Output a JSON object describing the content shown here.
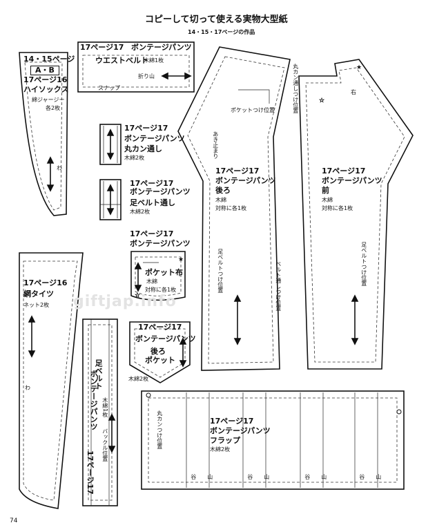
{
  "header": {
    "title": "コピーして切って使える実物大型紙",
    "subtitle": "14・15・17ページの作品"
  },
  "watermark": "giftjap.info",
  "page_number": "74",
  "pieces": {
    "socks": {
      "pages_line": "14・15ページ",
      "variant": "A・B",
      "page17": "17ページ16",
      "name": "ハイソックス",
      "material": "綿ジャージー",
      "count": "各2枚",
      "fold": "わ"
    },
    "waist_belt": {
      "page": "17ページ17",
      "title": "ボンテージパンツ",
      "name": "ウエストベルト",
      "material": "木綿1枚",
      "fold": "折り山",
      "snap": "スナップ"
    },
    "ring_loop": {
      "page": "17ページ17",
      "title": "ボンテージパンツ",
      "name": "丸カン通し",
      "material": "木綿2枚"
    },
    "leg_belt_loop": {
      "page": "17ページ17",
      "title": "ボンテージパンツ",
      "name": "足ベルト通し",
      "material": "木綿2枚"
    },
    "pocket_cloth": {
      "page": "17ページ17",
      "title": "ボンテージパンツ",
      "name": "ポケット布",
      "material": "木綿",
      "count": "対称に各1枚"
    },
    "back_pocket": {
      "page": "17ページ17",
      "title": "ボンテージパンツ",
      "name_line1": "後ろ",
      "name_line2": "ポケット",
      "material": "木綿2枚"
    },
    "tights": {
      "page": "17ページ16",
      "name": "網タイツ",
      "material": "ネット2枚",
      "fold": "わ"
    },
    "leg_belt": {
      "page": "17ページ17",
      "title": "ボンテージパンツ",
      "name": "足ベルト",
      "material": "木綿1枚",
      "buckle": "バックル位置"
    },
    "back_pants": {
      "page": "17ページ17",
      "title": "ボンテージパンツ",
      "name": "後ろ",
      "material": "木綿",
      "count": "対称に各1枚",
      "pocket_pos": "ポケットつけ位置",
      "opening": "あき止まり",
      "leg_belt_pos": "足ベルトつけ位置",
      "belt_loop_pos": "ベルト通しつけ位置"
    },
    "front_pants": {
      "page": "17ページ17",
      "title": "ボンテージパンツ",
      "name": "前",
      "material": "木綿",
      "count": "対称に各1枚",
      "ring_pos": "丸カン通しつけ位置",
      "right": "右",
      "leg_belt_pos": "足ベルトつけ位置"
    },
    "flap": {
      "page": "17ページ17",
      "title": "ボンテージパンツ",
      "name": "フラップ",
      "material": "木綿2枚",
      "ring_pos": "丸カンつけ位置",
      "fold_labels": [
        "谷",
        "山",
        "谷",
        "山",
        "谷",
        "山",
        "谷",
        "山"
      ]
    }
  }
}
